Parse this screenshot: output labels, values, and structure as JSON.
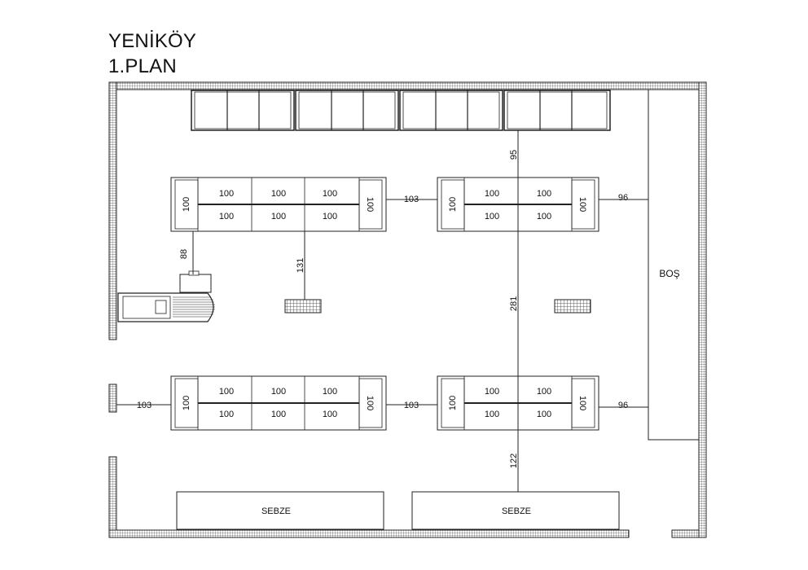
{
  "title": {
    "line1": "YENİKÖY",
    "line2": "1.PLAN"
  },
  "colors": {
    "line": "#222222",
    "wall_fill": "#ffffff",
    "hatch": "#444444"
  },
  "labels": {
    "bos": "BOŞ",
    "sebze_left": "SEBZE",
    "sebze_right": "SEBZE"
  },
  "dimensions": {
    "top_right_vertical": "95",
    "left_vertical_88": "88",
    "center_vertical_131": "131",
    "right_vertical_281": "281",
    "right_vertical_122": "122",
    "gap_upper": "103",
    "gap_lower": "103",
    "left_lower": "103",
    "right_upper": "96",
    "right_lower": "96"
  },
  "gondolas": {
    "upper_left": {
      "end_left": "100",
      "end_right": "100",
      "top": [
        "100",
        "100",
        "100"
      ],
      "bottom": [
        "100",
        "100",
        "100"
      ]
    },
    "upper_right": {
      "end_left": "100",
      "end_right": "100",
      "top": [
        "100",
        "100"
      ],
      "bottom": [
        "100",
        "100"
      ]
    },
    "lower_left": {
      "end_left": "100",
      "end_right": "100",
      "top": [
        "100",
        "100",
        "100"
      ],
      "bottom": [
        "100",
        "100",
        "100"
      ]
    },
    "lower_right": {
      "end_left": "100",
      "end_right": "100",
      "top": [
        "100",
        "100"
      ],
      "bottom": [
        "100",
        "100"
      ]
    }
  },
  "icons": {
    "fridge_row": "refrigerated-display-case-icon",
    "cashier": "checkout-counter-icon",
    "basket_stand": "basket-stand-icon"
  }
}
